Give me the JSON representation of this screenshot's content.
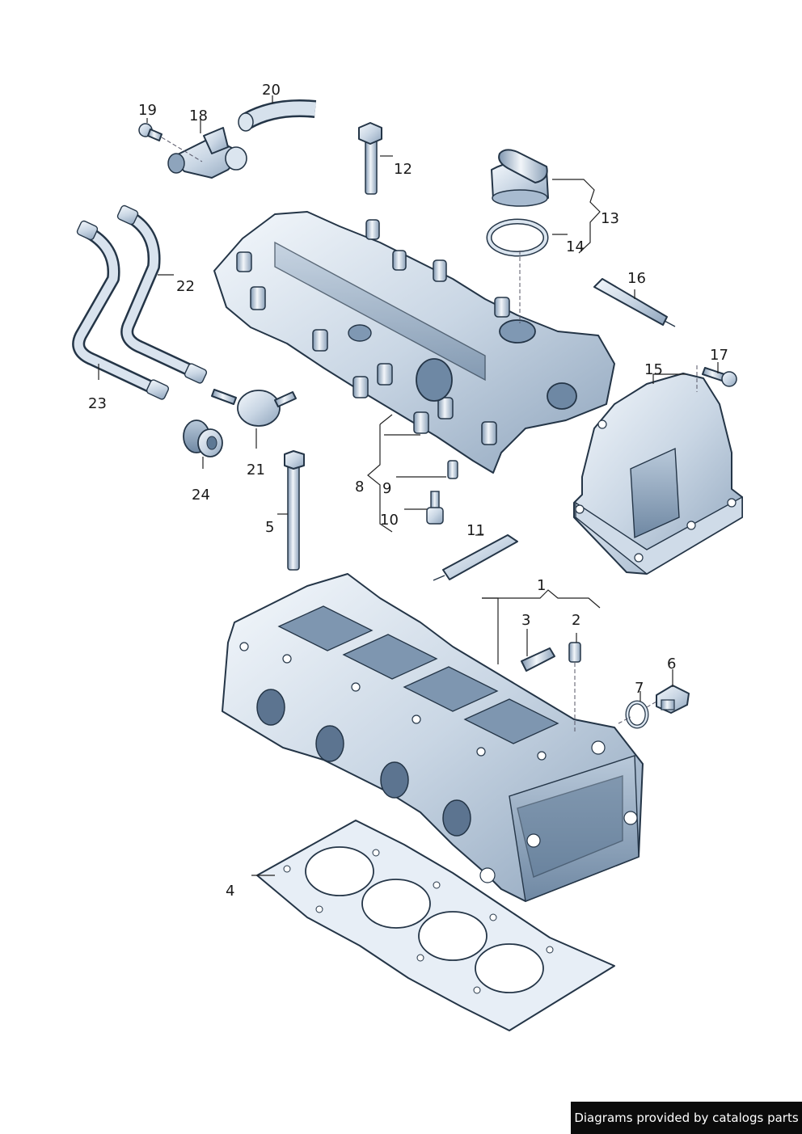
{
  "callouts": [
    "1",
    "2",
    "3",
    "4",
    "5",
    "6",
    "7",
    "8",
    "9",
    "10",
    "11",
    "12",
    "13",
    "14",
    "15",
    "16",
    "17",
    "18",
    "19",
    "20",
    "21",
    "22",
    "23",
    "24"
  ],
  "credit": "Diagrams provided by catalogs parts"
}
